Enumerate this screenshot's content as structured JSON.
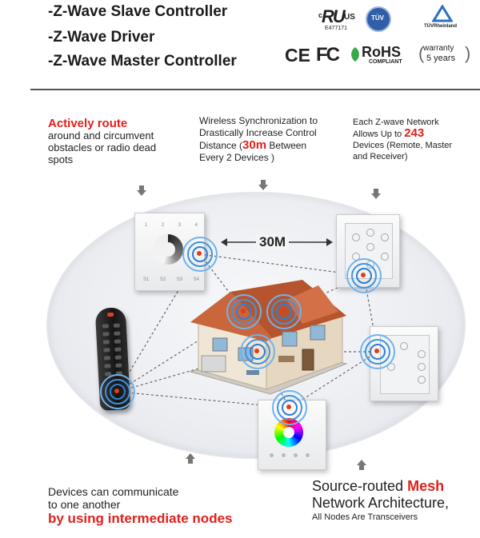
{
  "features": [
    "-Z-Wave Slave Controller",
    "-Z-Wave Driver",
    "-Z-Wave Master Controller"
  ],
  "certifications": {
    "ul_mark": "c  US",
    "ul_number": "E477171",
    "tuv_text": "TÜV",
    "tuv_rheinland": "TÜVRheinland",
    "ce": "CE",
    "fc": "FC",
    "rohs": "RoHS",
    "rohs_sub": "COMPLIANT",
    "warranty_top": "warranty",
    "warranty_bottom": "5 years"
  },
  "captions": {
    "top_left_red": "Actively route",
    "top_left_rest": [
      "around and circumvent",
      "obstacles or radio dead",
      "spots"
    ],
    "top_center_lines": [
      "Wireless Synchronization to",
      "Drastically Increase Control"
    ],
    "top_center_pre": "Distance (",
    "top_center_red": "30m",
    "top_center_post": " Between",
    "top_center_last": "Every 2 Devices )",
    "top_right_line1": "Each Z-wave Network",
    "top_right_pre": "Allows Up to ",
    "top_right_red": "243",
    "top_right_lines": [
      "Devices (Remote, Master",
      "and Receiver)"
    ],
    "bottom_left_lines": [
      "Devices can communicate",
      "to one another"
    ],
    "bottom_left_red": "by using intermediate nodes",
    "bottom_right_pre": "Source-routed ",
    "bottom_right_red": "Mesh",
    "bottom_right_line2": "Network Architecture,",
    "bottom_right_line3": "All Nodes Are Transceivers"
  },
  "distance_label": "30M",
  "panel_dial_numbers": [
    "1",
    "2",
    "3",
    "4"
  ],
  "panel_dial_bottom": [
    "S1",
    "S2",
    "S3",
    "S4"
  ],
  "colors": {
    "accent_red": "#e0201b",
    "signal_blue": "#2e7fd3",
    "node_orange": "#e53b1d"
  }
}
